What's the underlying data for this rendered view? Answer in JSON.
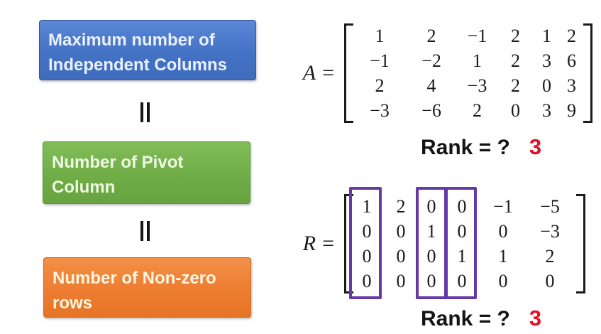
{
  "colors": {
    "box_blue": "#4472C4",
    "box_green": "#70AD47",
    "box_orange": "#ED7D31",
    "pivot_outline_purple": "#6639A6",
    "rank_answer_red": "#DE1126",
    "ink": "#1A1A1A"
  },
  "left_panel": {
    "equals_icon": "vertical-equals",
    "boxes": [
      {
        "id": "independent-columns",
        "lines": [
          "Maximum number of",
          "Independent Columns"
        ]
      },
      {
        "id": "pivot-columns",
        "lines": [
          "Number of Pivot",
          "Column"
        ]
      },
      {
        "id": "nonzero-rows",
        "lines": [
          "Number of Non-zero",
          "rows"
        ]
      }
    ]
  },
  "matrix_a": {
    "label": "A",
    "equals_sign": "=",
    "rows": [
      [
        "1",
        "2",
        "−1",
        "2",
        "1",
        "2"
      ],
      [
        "−1",
        "−2",
        "1",
        "2",
        "3",
        "6"
      ],
      [
        "2",
        "4",
        "−3",
        "2",
        "0",
        "3"
      ],
      [
        "−3",
        "−6",
        "2",
        "0",
        "3",
        "9"
      ]
    ],
    "rank_label": "Rank = ?",
    "rank_value": "3"
  },
  "matrix_r": {
    "label": "R",
    "equals_sign": "=",
    "rows": [
      [
        "1",
        "2",
        "0",
        "0",
        "−1",
        "−5"
      ],
      [
        "0",
        "0",
        "1",
        "0",
        "0",
        "−3"
      ],
      [
        "0",
        "0",
        "0",
        "1",
        "1",
        "2"
      ],
      [
        "0",
        "0",
        "0",
        "0",
        "0",
        "0"
      ]
    ],
    "pivot_columns": [
      1,
      3,
      4
    ],
    "rank_label": "Rank = ?",
    "rank_value": "3"
  }
}
